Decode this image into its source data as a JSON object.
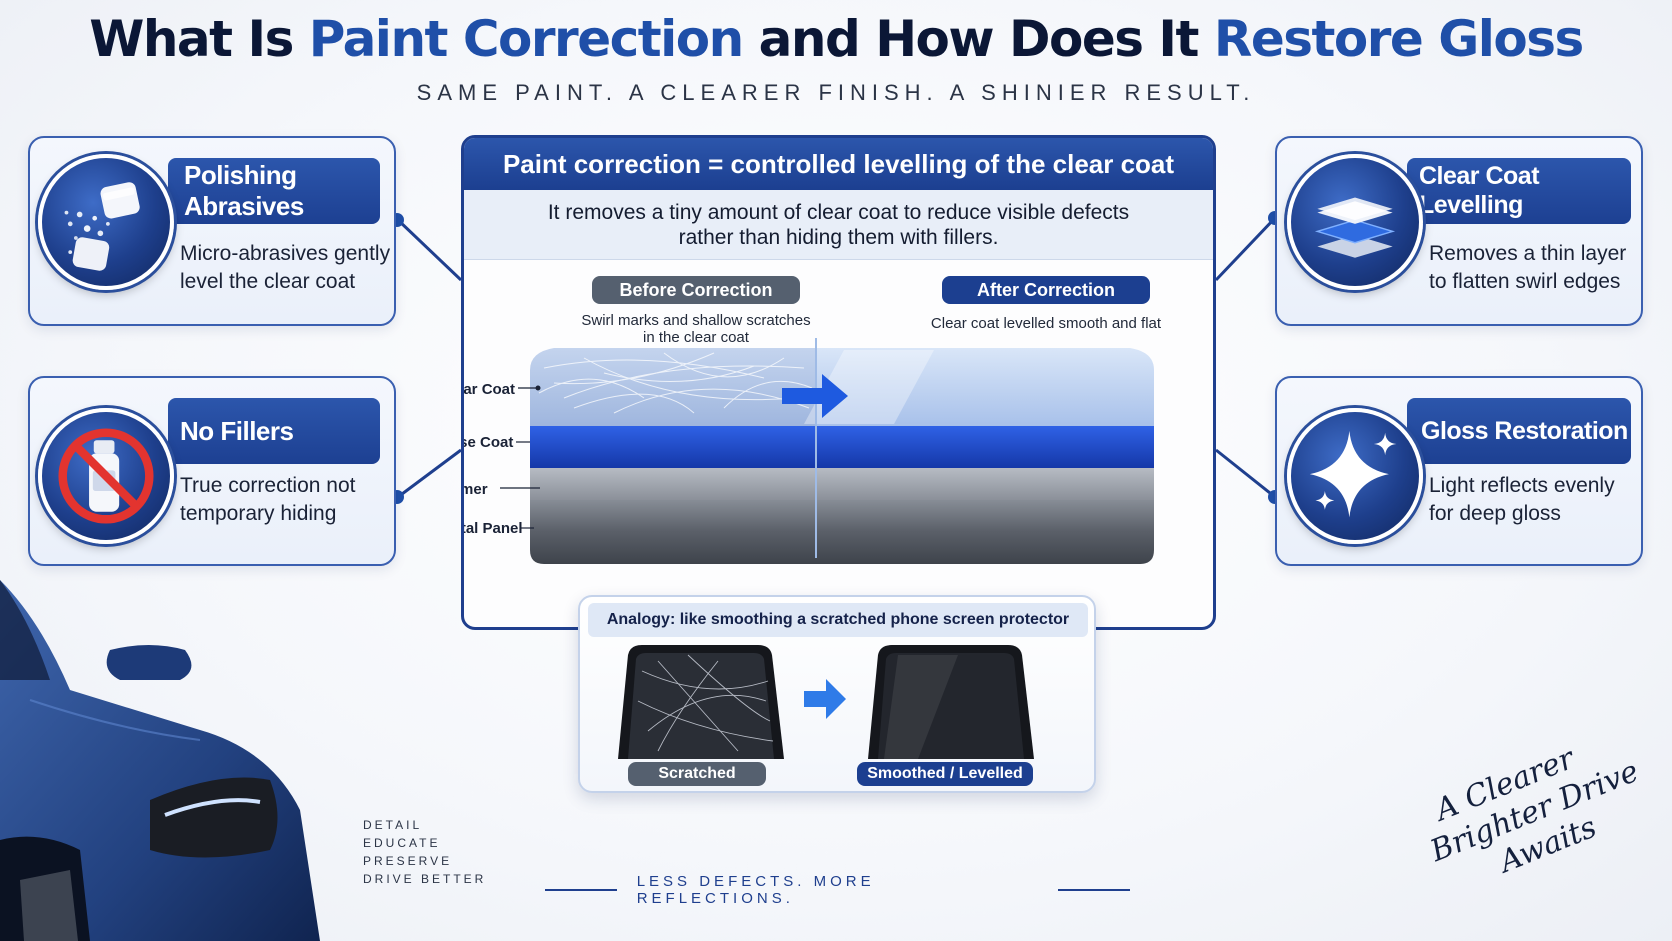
{
  "header": {
    "title_part1": "What Is ",
    "title_highlight1": "Paint Correction",
    "title_part2": " and How Does It ",
    "title_highlight2": "Restore Gloss",
    "subtitle": "SAME PAINT. A CLEARER FINISH. A SHINIER RESULT."
  },
  "left_cards": [
    {
      "title": "Polishing Abrasives",
      "text_line1": "Micro-abrasives gently",
      "text_line2": "level the clear coat",
      "icon": "abrasive-cubes-icon"
    },
    {
      "title": "No Fillers",
      "text_line1": "True correction not",
      "text_line2": "temporary hiding",
      "icon": "no-filler-bottle-icon"
    }
  ],
  "right_cards": [
    {
      "title": "Clear Coat Levelling",
      "text_line1": "Removes a thin layer",
      "text_line2": "to flatten swirl edges",
      "icon": "layers-icon"
    },
    {
      "title": "Gloss Restoration",
      "text_line1": "Light reflects evenly",
      "text_line2": "for deep gloss",
      "icon": "sparkle-icon"
    }
  ],
  "center": {
    "heading": "Paint correction = controlled levelling of the clear coat",
    "intro_line1": "It removes a tiny amount of clear coat to reduce visible defects",
    "intro_line2": "rather than hiding them with fillers.",
    "before_label": "Before Correction",
    "before_caption_line1": "Swirl marks and shallow scratches",
    "before_caption_line2": "in the clear coat",
    "after_label": "After Correction",
    "after_caption": "Clear coat levelled smooth and flat",
    "layers": [
      "Clear Coat",
      "Base Coat",
      "Primer",
      "Metal Panel"
    ]
  },
  "analogy": {
    "heading": "Analogy: like smoothing a scratched phone screen protector",
    "left_label": "Scratched",
    "right_label": "Smoothed / Levelled"
  },
  "footer": {
    "values": [
      "DETAIL",
      "EDUCATE",
      "PRESERVE",
      "DRIVE BETTER"
    ],
    "tagline": "LESS DEFECTS. MORE REFLECTIONS.",
    "signature_line1": "A Clearer",
    "signature_line2": "Brighter Drive",
    "signature_line3": "Awaits"
  },
  "colors": {
    "brand_navy": "#1f3f8e",
    "accent_blue": "#1f4fa8",
    "base_coat_blue": "#1c46c4",
    "after_pill": "#1c3f90",
    "before_pill": "#55606f"
  }
}
